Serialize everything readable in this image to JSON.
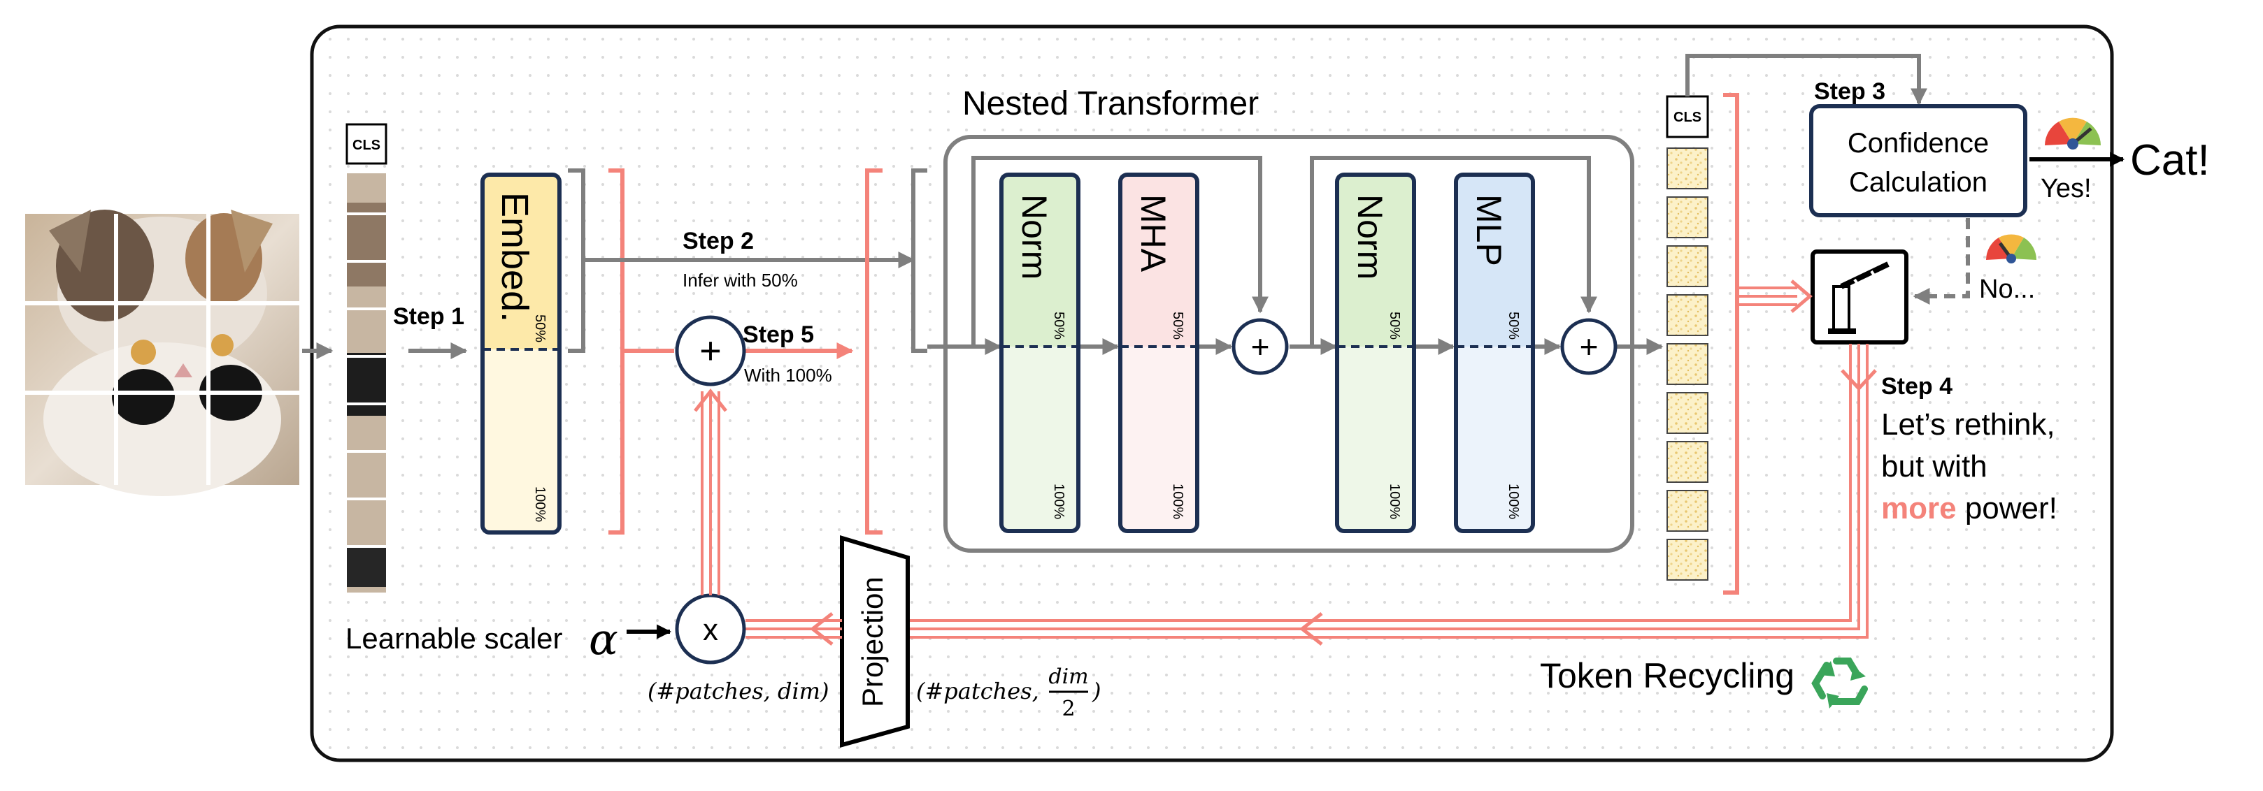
{
  "title": "Nested Transformer",
  "input_patches": {
    "cls_label": "CLS"
  },
  "embed": {
    "label": "Embed.",
    "pct_half": "50%",
    "pct_full": "100%"
  },
  "steps": {
    "step1": "Step 1",
    "step2": "Step 2",
    "step2_sub": "Infer with 50%",
    "step3": "Step 3",
    "step4": "Step 4",
    "step4_lines": [
      "Let’s rethink,",
      "but with",
      "power!"
    ],
    "step4_highlight": "more",
    "step5": "Step 5",
    "step5_sub": "With 100%"
  },
  "blocks": [
    {
      "label": "Norm",
      "color": "#dcefcf",
      "pct_half": "50%",
      "pct_full": "100%"
    },
    {
      "label": "MHA",
      "color": "#fbe3e3",
      "pct_half": "50%",
      "pct_full": "100%"
    },
    {
      "label": "Norm",
      "color": "#dcefcf",
      "pct_half": "50%",
      "pct_full": "100%"
    },
    {
      "label": "MLP",
      "color": "#d6e6f7",
      "pct_half": "50%",
      "pct_full": "100%"
    }
  ],
  "ops": {
    "plus": "+",
    "times": "x"
  },
  "output": {
    "cls_label": "CLS"
  },
  "confidence": {
    "line1": "Confidence",
    "line2": "Calculation"
  },
  "decision": {
    "yes": "Yes!",
    "no": "No...",
    "result": "Cat!"
  },
  "recycle": {
    "label": "Token Recycling",
    "projection": "Projection",
    "scaler": "Learnable scaler",
    "alpha": "α",
    "dims_full": "(#patches, dim)",
    "dims_half_prefix": "(#patches,",
    "dims_half_num": "dim",
    "dims_half_den": "2",
    "dims_half_suffix": ")"
  },
  "colors": {
    "navy": "#1c2f52",
    "gray_arrow": "#7f7f7f",
    "salmon": "#f4837a",
    "embed_top": "#fde9a9",
    "embed_bottom": "#fff8e0",
    "token_fill": "#fbeebf",
    "highlight_text": "#f4837a"
  },
  "icons": [
    "cat-photo",
    "gauge-icon",
    "barrier-gate-icon",
    "recycle-icon"
  ]
}
